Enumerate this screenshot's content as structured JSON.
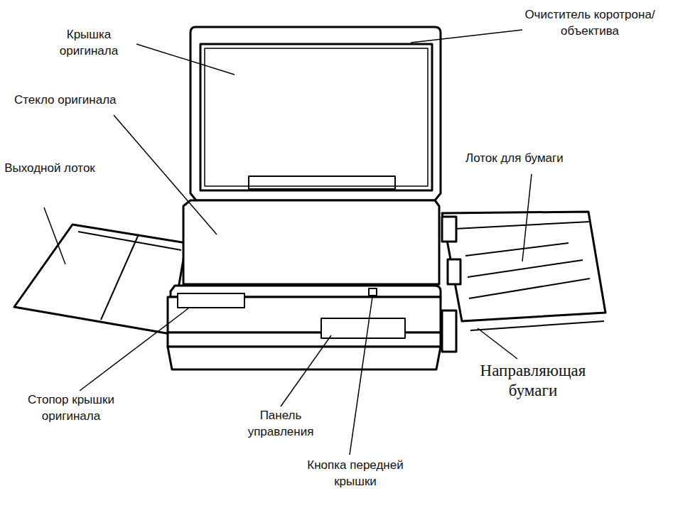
{
  "diagram": {
    "labels": [
      "Крышка оригинала",
      "Очиститель коротрона/объектива",
      "Стекло оригинала",
      "Выходной лоток",
      "Лоток для бумаги",
      "Направляющая бумаги",
      "Стопор крышки оригинала",
      "Панель управления",
      "Кнопка передней крышки"
    ]
  }
}
